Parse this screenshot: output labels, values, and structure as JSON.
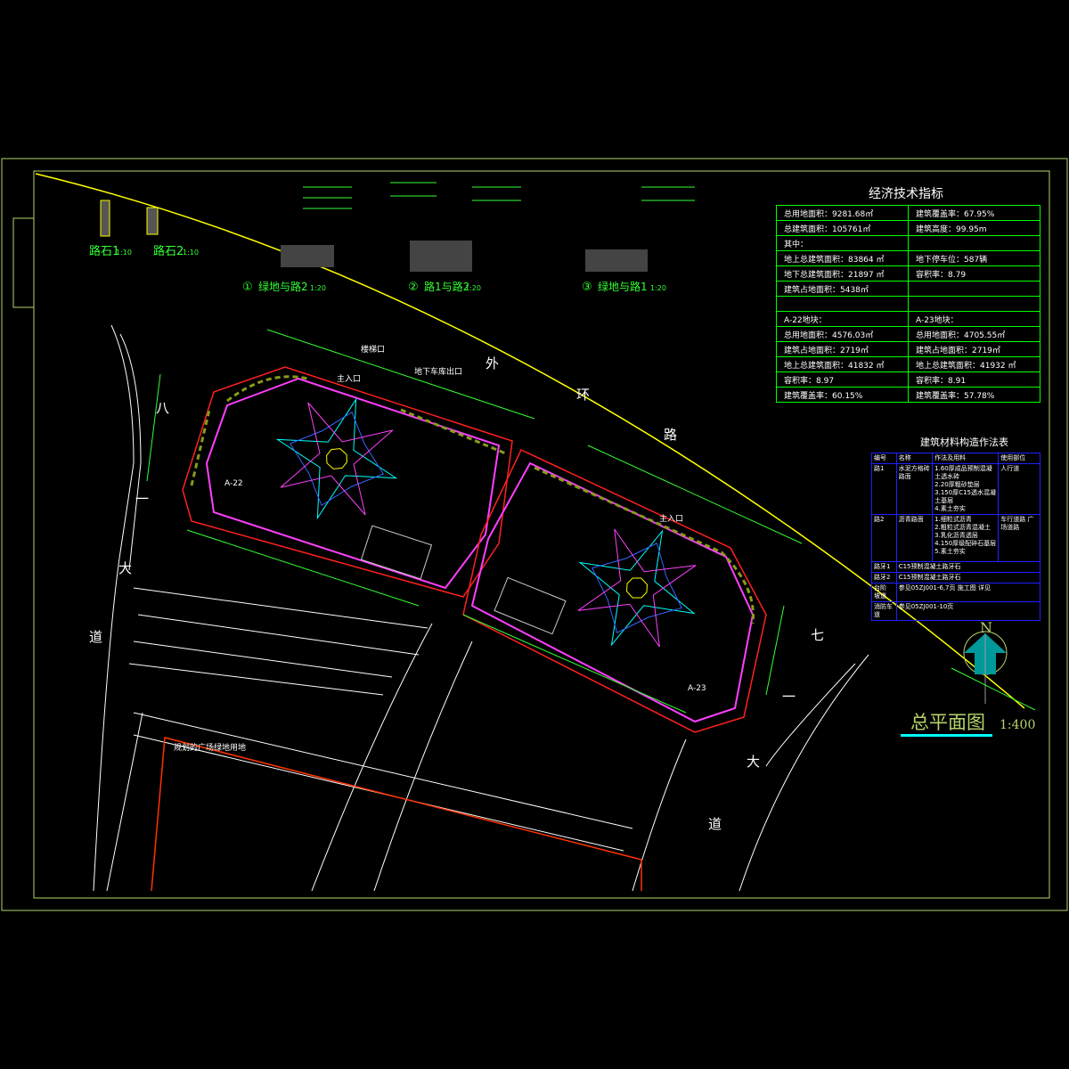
{
  "drawing": {
    "title": "总平面图",
    "scale": "1:400",
    "north": "N",
    "road_top": [
      "外",
      "环",
      "路"
    ],
    "road_left": [
      "八",
      "一",
      "大",
      "道"
    ],
    "road_right": [
      "七",
      "一",
      "大",
      "道"
    ],
    "block_left": "A-22",
    "block_right": "A-23",
    "plaza_note": "规划的广场绿地用地",
    "entrance": "主入口",
    "garage_exit": "地下车库出口",
    "stair": "楼梯口"
  },
  "details": [
    {
      "label": "路石1",
      "scale": "1:10"
    },
    {
      "label": "路石2",
      "scale": "1:10"
    },
    {
      "num": "①",
      "label": "绿地与路2",
      "scale": "1:20"
    },
    {
      "num": "②",
      "label": "路1与路2",
      "scale": "1:20"
    },
    {
      "num": "③",
      "label": "绿地与路1",
      "scale": "1:20"
    }
  ],
  "econ": {
    "title": "经济技术指标",
    "rows": [
      [
        "总用地面积：9281.68㎡",
        "建筑覆盖率：67.95%"
      ],
      [
        "总建筑面积：105761㎡",
        "建筑高度：99.95m"
      ],
      [
        "其中：",
        ""
      ],
      [
        "地上总建筑面积：83864 ㎡",
        "地下停车位：587辆"
      ],
      [
        "地下总建筑面积：21897 ㎡",
        "容积率：8.79"
      ],
      [
        "建筑占地面积：5438㎡",
        ""
      ],
      [
        "",
        ""
      ],
      [
        "A-22地块：",
        "A-23地块："
      ],
      [
        "总用地面积：4576.03㎡",
        "总用地面积：4705.55㎡"
      ],
      [
        "建筑占地面积：2719㎡",
        "建筑占地面积：2719㎡"
      ],
      [
        "地上总建筑面积：41832 ㎡",
        "地上总建筑面积：41932 ㎡"
      ],
      [
        "容积率：8.97",
        "容积率：8.91"
      ],
      [
        "建筑覆盖率：60.15%",
        "建筑覆盖率：57.78%"
      ]
    ]
  },
  "materials": {
    "title": "建筑材料构造作法表",
    "headers": [
      "编号",
      "名称",
      "作法及用料",
      "使用部位"
    ],
    "rows": [
      {
        "code": "路1",
        "name": "水泥方格砖路面",
        "method": "1.60厚成品预制混凝土透水砖\n2.20厚粗砂垫层\n3.150厚C15透水混凝土基层\n4.素土夯实",
        "use": "人行道"
      },
      {
        "code": "路2",
        "name": "沥青路面",
        "method": "1.细粒式沥青\n2.粗粒式沥青混凝土\n3.乳化沥青透层\n4.150厚级配碎石基层\n5.素土夯实",
        "use": "车行道路 广场道路"
      }
    ],
    "curbs": [
      {
        "code": "路牙1",
        "text": "C15预制混凝土路牙石"
      },
      {
        "code": "路牙2",
        "text": "C15预制混凝土路牙石"
      }
    ],
    "extra": [
      {
        "code": "台阶 坡道",
        "text": "参见05ZJ001-6,7页 施工图 详见"
      },
      {
        "code": "消防车道",
        "text": "参见05ZJ001-10页"
      }
    ]
  }
}
